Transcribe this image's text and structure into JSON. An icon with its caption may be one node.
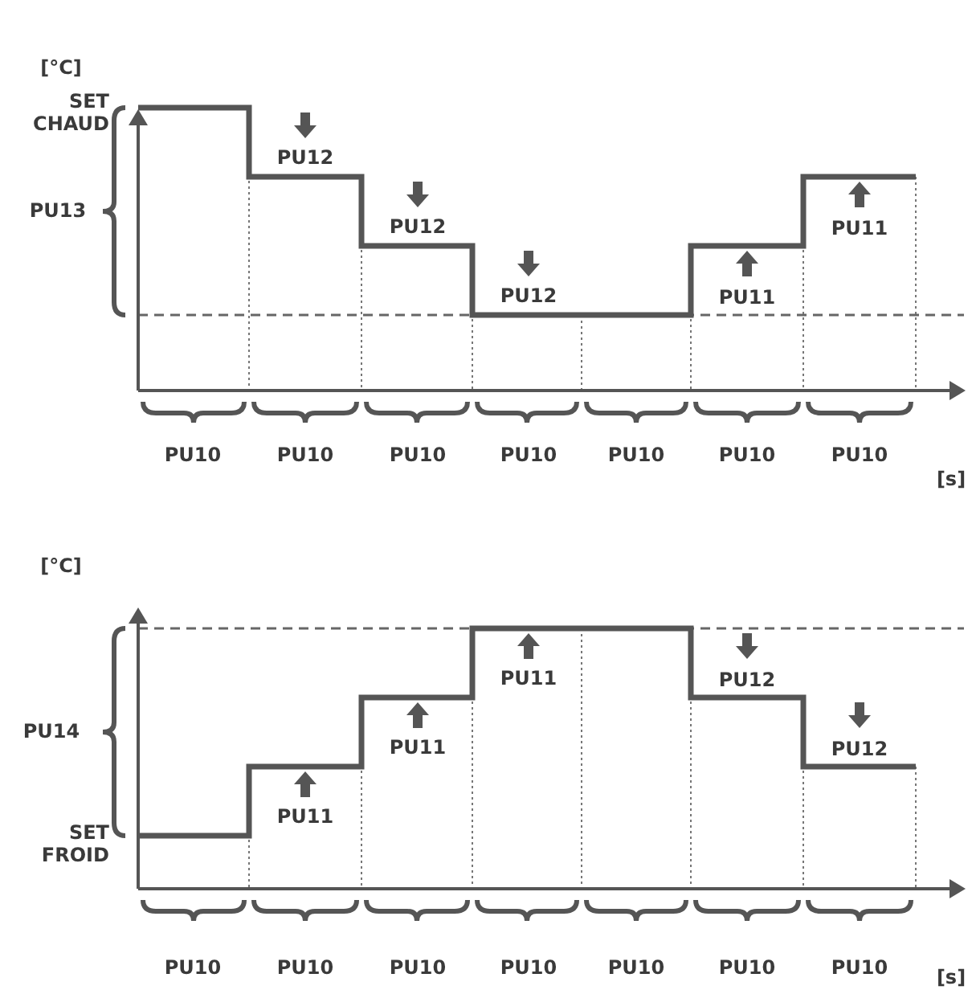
{
  "diagram": {
    "labels": [
      "[°C]",
      "SET CHAUD",
      "PU12",
      "PU13",
      "PU12",
      "PU11",
      "PU12",
      "PU11",
      "[s]",
      "PU10",
      "PU10",
      "PU10",
      "PU10",
      "PU10",
      "PU10",
      "PU10",
      "[°C]",
      "PU11",
      "PU12",
      "PU14",
      "PU11",
      "PU12",
      "PU11",
      "SET FROID",
      "[s]",
      "PU10",
      "PU10",
      "PU10",
      "PU10",
      "PU10",
      "PU10",
      "PU10"
    ]
  }
}
